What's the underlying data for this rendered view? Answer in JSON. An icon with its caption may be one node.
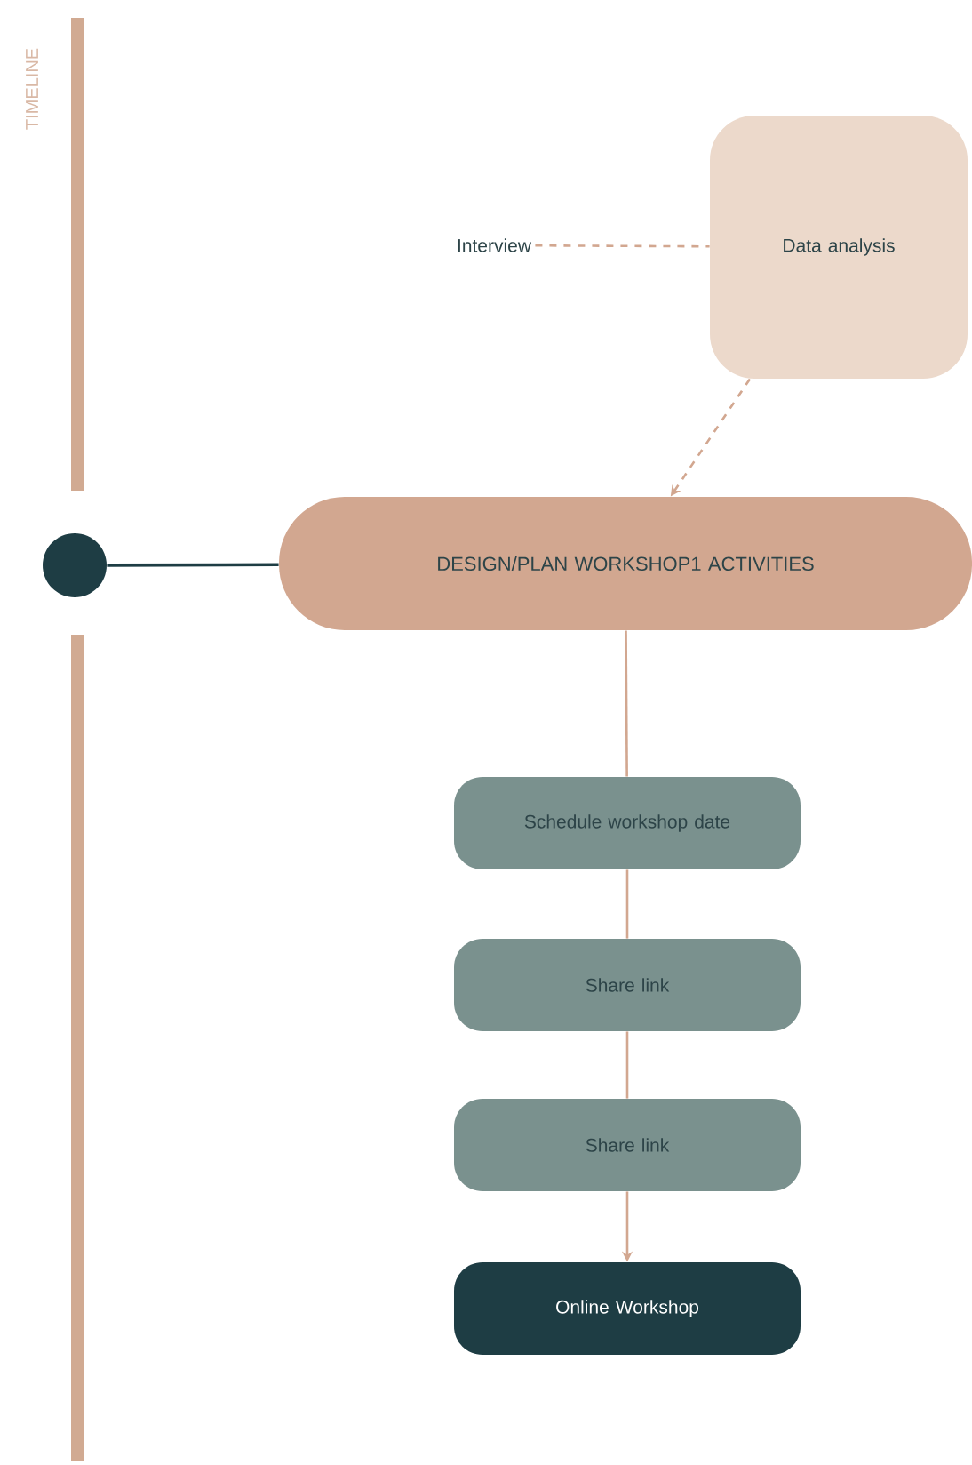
{
  "diagram": {
    "nodes": [
      {
        "text": [
          "Interview"
        ]
      },
      {
        "text": [
          "Data analysis"
        ]
      },
      {
        "text": [
          "DESIGN/PLAN WORKSHOP1 ACTIVITIES"
        ]
      },
      {
        "text": [
          "Schedule workshop date"
        ]
      },
      {
        "text": [
          "Share link"
        ]
      },
      {
        "text": [
          "Share link"
        ]
      },
      {
        "text": [
          "Online Workshop"
        ]
      },
      {
        "text": [],
        "shape": "circle"
      }
    ],
    "edges": [
      {
        "from": 0,
        "to": 1,
        "arrow": "none",
        "style": "dashed"
      },
      {
        "from": 1,
        "to": 2,
        "arrow": "to",
        "style": "dashed"
      },
      {
        "from": 2,
        "to": 3,
        "arrow": "none"
      },
      {
        "from": 3,
        "to": 4,
        "arrow": "none"
      },
      {
        "from": 4,
        "to": 5,
        "arrow": "none"
      },
      {
        "from": 5,
        "to": 6,
        "arrow": "to"
      },
      {
        "from": 7,
        "to": 2,
        "arrow": "none",
        "color": "#1e3d44"
      }
    ],
    "labels": [
      "TIMELINE"
    ]
  }
}
